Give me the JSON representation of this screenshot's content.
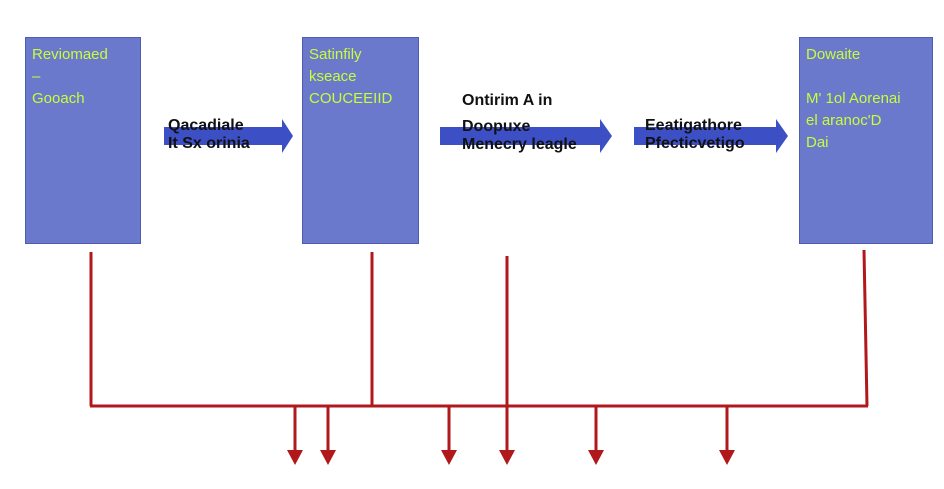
{
  "colors": {
    "box_fill": "#6a79cc",
    "box_text": "#c6ff3a",
    "arrow_fill": "#3d4fc4",
    "connector": "#b0181c",
    "label_text": "#111111"
  },
  "boxes": [
    {
      "lines": [
        "Reviomaed",
        "–",
        "Gooach"
      ]
    },
    {
      "lines": [
        "Satinfily",
        "kseace",
        "COUCEEIID"
      ]
    },
    {
      "lines": [
        "Dowaite",
        "",
        "M' 1ol Aorenai",
        "el aranoc'D",
        "Dai"
      ]
    }
  ],
  "arrow_labels": [
    {
      "lines": [
        "Qacadiale",
        "It Sx orinia"
      ]
    },
    {
      "lines": [
        "Ontirim A in",
        "Doopuxe",
        "Menecry leagle"
      ]
    },
    {
      "lines": [
        "Eeatigathore",
        "Pfecticvetigo"
      ]
    }
  ],
  "icons": {
    "flow_arrow": "right-arrow-icon",
    "output_arrow": "down-arrow-icon"
  }
}
